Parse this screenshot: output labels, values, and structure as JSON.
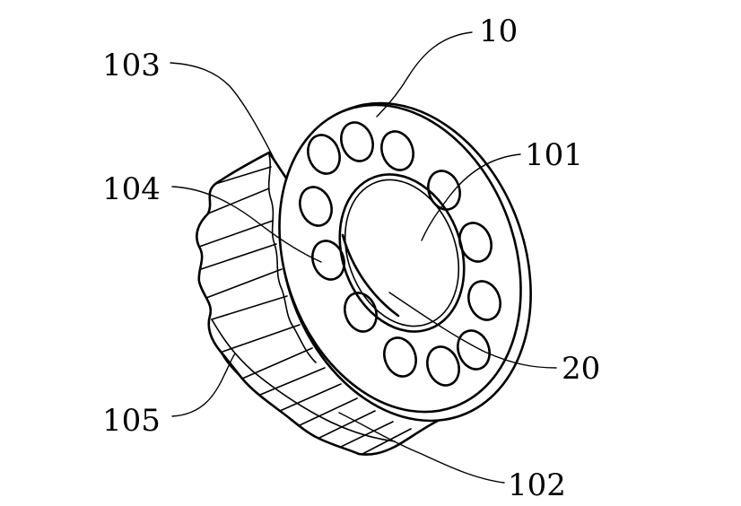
{
  "labels": {
    "l10": "10",
    "l101": "101",
    "l102": "102",
    "l103": "103",
    "l104": "104",
    "l105": "105",
    "l20": "20"
  }
}
